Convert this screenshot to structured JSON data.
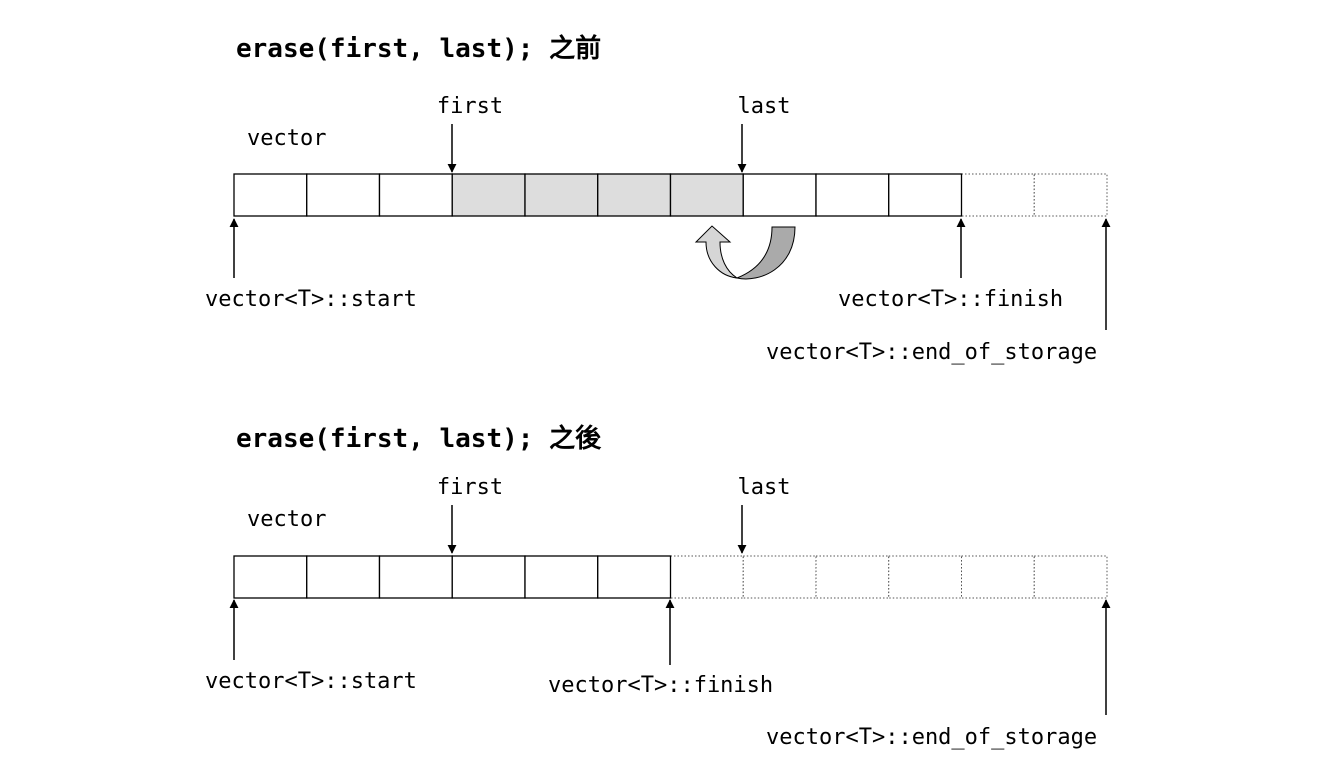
{
  "panels": [
    {
      "id": "before",
      "title": "erase(first, last); 之前",
      "container_label": "vector",
      "cells": [
        "solid",
        "solid",
        "solid",
        "shaded",
        "shaded",
        "shaded",
        "shaded",
        "solid",
        "solid",
        "solid",
        "dotted",
        "dotted"
      ],
      "labels": {
        "first": "first",
        "last": "last",
        "start": "vector<T>::start",
        "finish": "vector<T>::finish",
        "end_of_storage": "vector<T>::end_of_storage"
      }
    },
    {
      "id": "after",
      "title": "erase(first, last); 之後",
      "container_label": "vector",
      "cells": [
        "solid",
        "solid",
        "solid",
        "solid",
        "solid",
        "solid",
        "dotted",
        "dotted",
        "dotted",
        "dotted",
        "dotted",
        "dotted"
      ],
      "labels": {
        "first": "first",
        "last": "last",
        "start": "vector<T>::start",
        "finish": "vector<T>::finish",
        "end_of_storage": "vector<T>::end_of_storage"
      }
    }
  ],
  "colors": {
    "shaded_cell": "#dddddd",
    "arrow_light": "#d6d6d6",
    "arrow_dark": "#aaaaaa"
  }
}
